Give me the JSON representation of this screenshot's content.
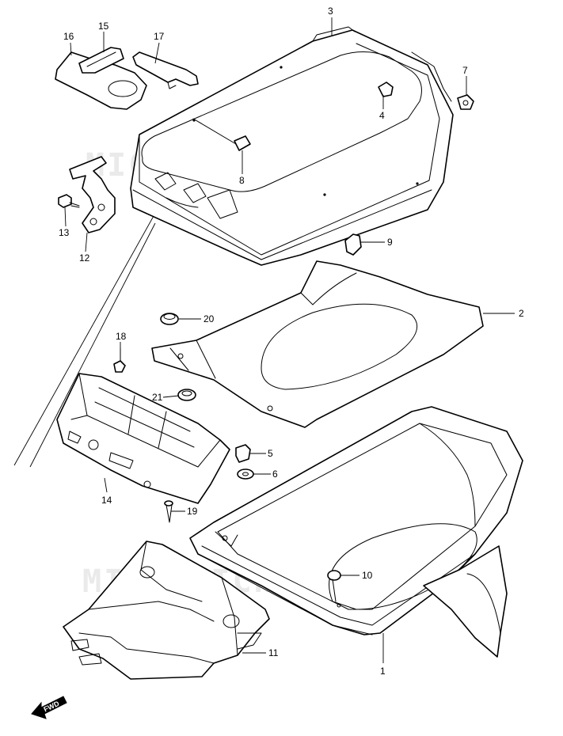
{
  "watermark": "MICROFICHES.NET",
  "fwd_label": "FWD",
  "callouts": {
    "p1": "1",
    "p2": "2",
    "p3": "3",
    "p4": "4",
    "p5": "5",
    "p6": "6",
    "p7": "7",
    "p8": "8",
    "p9": "9",
    "p10": "10",
    "p11": "11",
    "p12": "12",
    "p13": "13",
    "p14": "14",
    "p15": "15",
    "p16": "16",
    "p17": "17",
    "p18": "18",
    "p19": "19",
    "p20": "20",
    "p21": "21"
  }
}
